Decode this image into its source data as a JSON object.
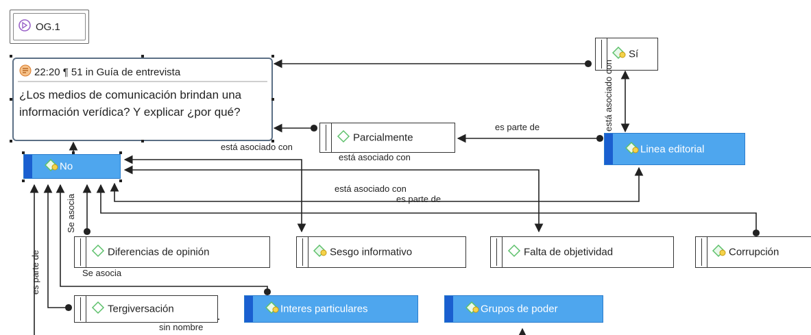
{
  "header": {
    "caption": ""
  },
  "memo": {
    "label": "OG.1"
  },
  "quotation": {
    "header": "22:20 ¶ 51 in Guía de entrevista",
    "text": "¿Los medios de comunicación brindan una información verídica? Y explicar ¿por qué?"
  },
  "codes": {
    "no": "No",
    "si": "Sí",
    "parcialmente": "Parcialmente",
    "linea_editorial": "Linea editorial",
    "diferencias": "Diferencias de opinión",
    "sesgo": "Sesgo informativo",
    "falta": "Falta de objetividad",
    "corrupcion": "Corrupción",
    "tergiversacion": "Tergiversación",
    "interes": "Interes particulares",
    "grupos": "Grupos de poder"
  },
  "edge_labels": {
    "asociado_1": "está asociado con",
    "asociado_2": "está asociado con",
    "asociado_3": "está asociado con",
    "asociado_vertical": "está asociado con",
    "es_parte_de_1": "es parte de",
    "es_parte_de_2": "es parte de",
    "es_parte_de_vertical": "es parte de",
    "se_asocia_vertical": "Se asocia",
    "se_asocia": "Se asocia",
    "sin_nombre": "sin nombre"
  },
  "colors": {
    "category_fill": "#4ea6ee",
    "category_bar": "#1a5fd0",
    "edge": "#222222",
    "code_icon": "#5cc06a"
  }
}
